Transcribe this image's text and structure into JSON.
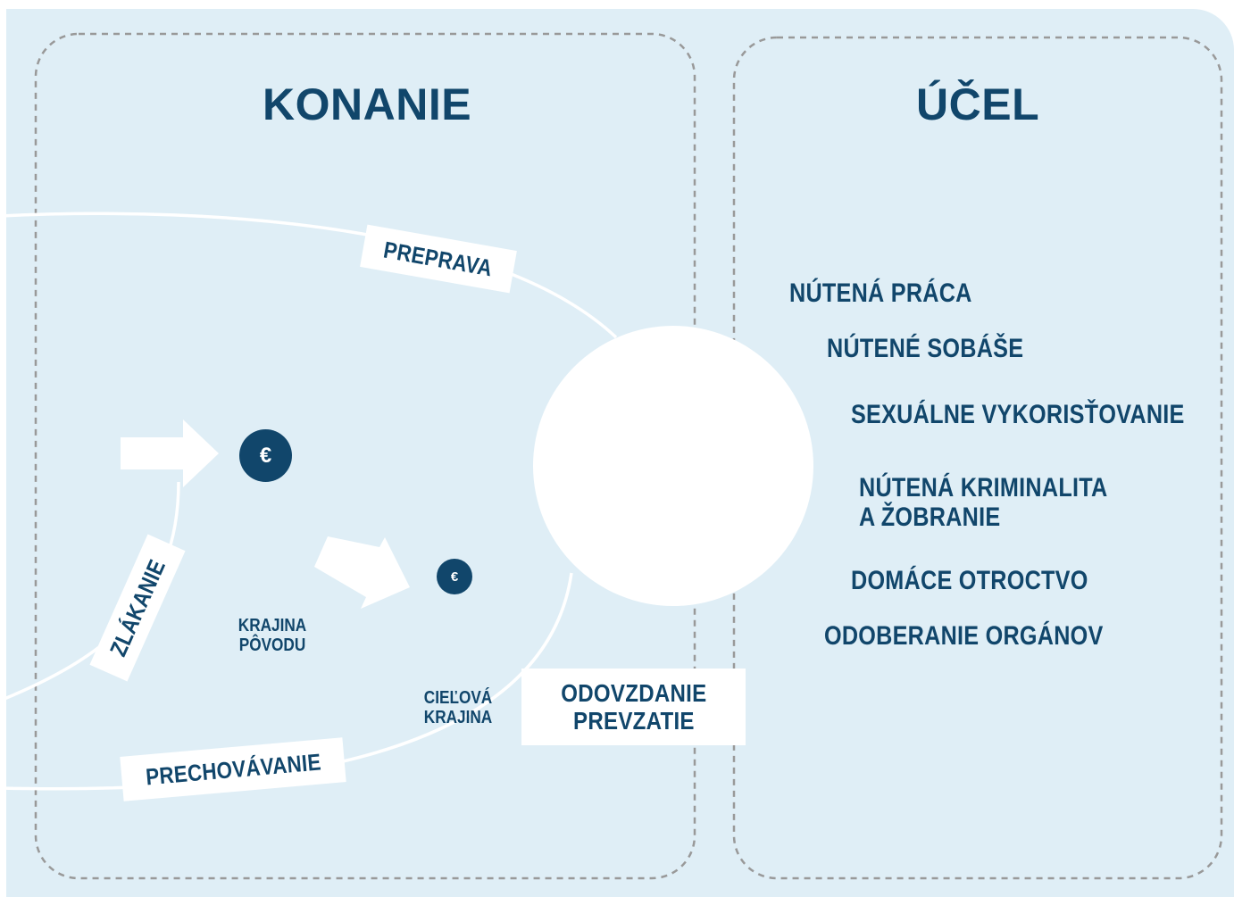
{
  "headings": {
    "left": "KONANIE",
    "right": "ÚČEL"
  },
  "route_labels": {
    "preprava": "PREPRAVA",
    "zlakanie": "ZLÁKANIE",
    "prechovavanie": "PRECHOVÁVANIE",
    "odovzdanie": [
      "ODOVZDANIE",
      "PREVZATIE"
    ]
  },
  "places": {
    "origin": [
      "KRAJINA",
      "PÔVODU"
    ],
    "destination": [
      "CIEĽOVÁ",
      "KRAJINA"
    ]
  },
  "currency_symbol": "€",
  "purposes": [
    [
      "NÚTENÁ PRÁCA"
    ],
    [
      "NÚTENÉ SOBÁŠE"
    ],
    [
      "SEXUÁLNE VYKORISŤOVANIE"
    ],
    [
      "NÚTENÁ KRIMINALITA",
      "A ŽOBRANIE"
    ],
    [
      "DOMÁCE OTROCTVO"
    ],
    [
      "ODOBERANIE ORGÁNOV"
    ]
  ],
  "colors": {
    "background": "#dfeef6",
    "text": "#11466b",
    "dashed_border": "#999999",
    "shapes": "#ffffff"
  }
}
